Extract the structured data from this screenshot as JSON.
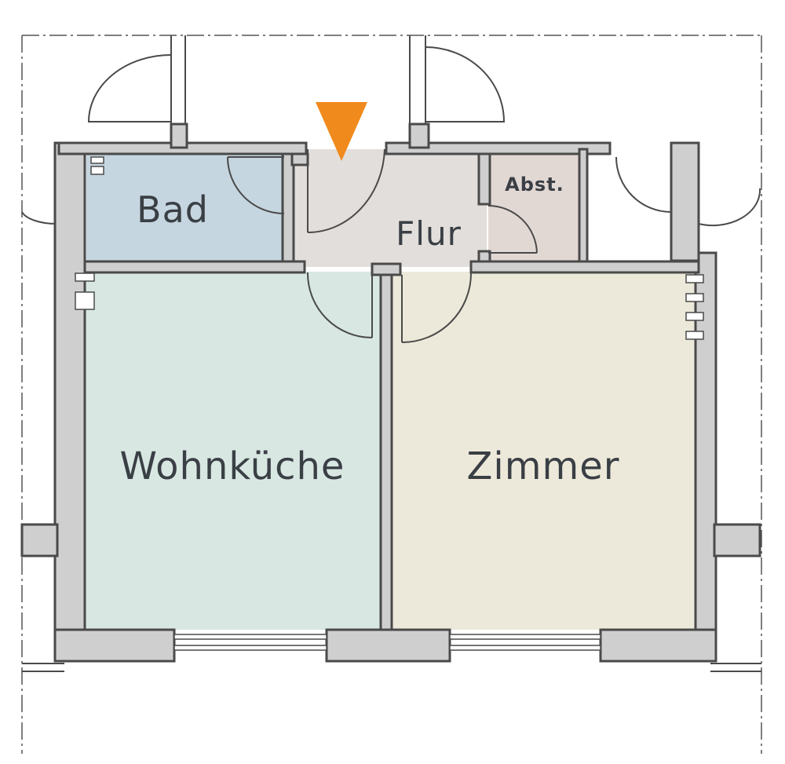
{
  "plan": {
    "rooms": [
      {
        "id": "bad",
        "label": "Bad",
        "color": "#c6d6e0"
      },
      {
        "id": "flur",
        "label": "Flur",
        "color": "#e2dedb"
      },
      {
        "id": "abst",
        "label": "Abst.",
        "color": "#e2d8d3"
      },
      {
        "id": "wohnkueche",
        "label": "Wohnküche",
        "color": "#d8e7e2"
      },
      {
        "id": "zimmer",
        "label": "Zimmer",
        "color": "#ede9da"
      }
    ],
    "entrance_marker_color": "#f08a1c",
    "wall_color": "#cfcfcf"
  }
}
